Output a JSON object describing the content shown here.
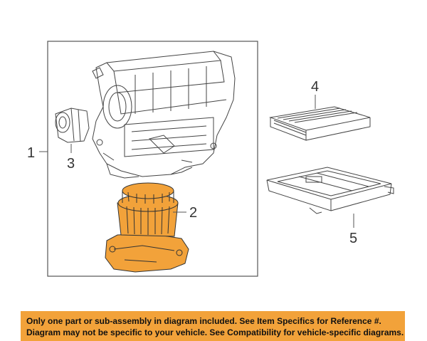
{
  "callouts": {
    "one": "1",
    "two": "2",
    "three": "3",
    "four": "4",
    "five": "5"
  },
  "banner": {
    "line1": "Only one part or sub-assembly in diagram included. See Item Specifics for Reference #.",
    "line2": "Diagram may not be specific to your vehicle. See Compatibility for vehicle-specific diagrams."
  },
  "colors": {
    "highlight_part": "#f2a23a",
    "banner_bg": "#f2a23a",
    "line": "#555555"
  }
}
